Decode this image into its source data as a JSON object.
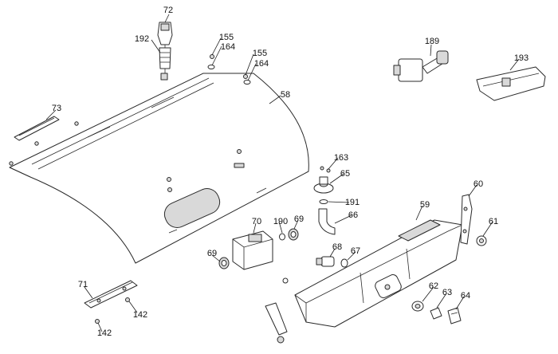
{
  "callouts": {
    "c72": "72",
    "c192": "192",
    "c155a": "155",
    "c164a": "164",
    "c155b": "155",
    "c164b": "164",
    "c58": "58",
    "c73": "73",
    "c189": "189",
    "c193": "193",
    "c163": "163",
    "c65": "65",
    "c191": "191",
    "c66": "66",
    "c70": "70",
    "c190": "190",
    "c69a": "69",
    "c69b": "69",
    "c59": "59",
    "c60": "60",
    "c61": "61",
    "c68": "68",
    "c67": "67",
    "c71": "71",
    "c142a": "142",
    "c142b": "142",
    "c62": "62",
    "c63": "63",
    "c64": "64"
  }
}
